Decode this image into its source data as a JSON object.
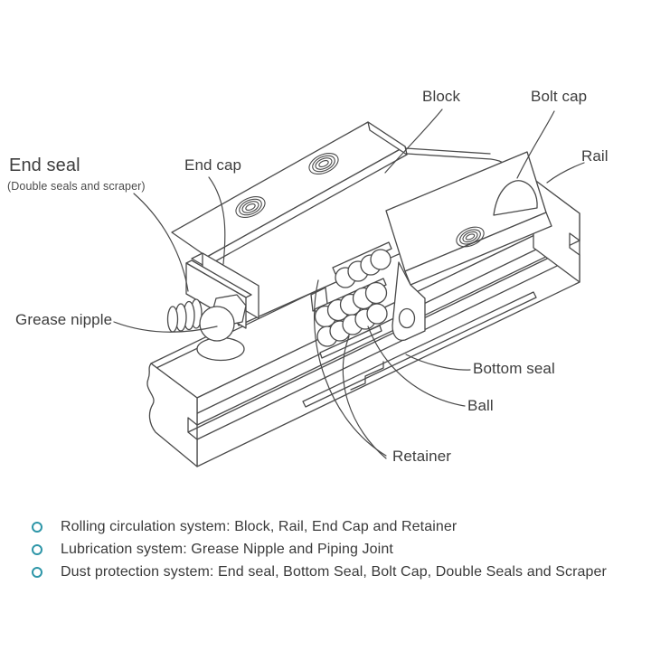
{
  "diagram": {
    "line_color": "#4a4a4a",
    "labels": {
      "block": "Block",
      "bolt_cap": "Bolt cap",
      "rail": "Rail",
      "end_cap": "End cap",
      "end_seal": "End seal",
      "end_seal_note": "(Double seals and scraper)",
      "grease_nipple": "Grease nipple",
      "bottom_seal": "Bottom seal",
      "ball": "Ball",
      "retainer": "Retainer"
    }
  },
  "legend": {
    "bullet_color": "#2E96A8",
    "items": [
      "Rolling circulation system: Block, Rail, End Cap and Retainer",
      "Lubrication system: Grease Nipple and Piping Joint",
      "Dust protection system: End seal, Bottom Seal, Bolt Cap, Double Seals and Scraper"
    ]
  }
}
